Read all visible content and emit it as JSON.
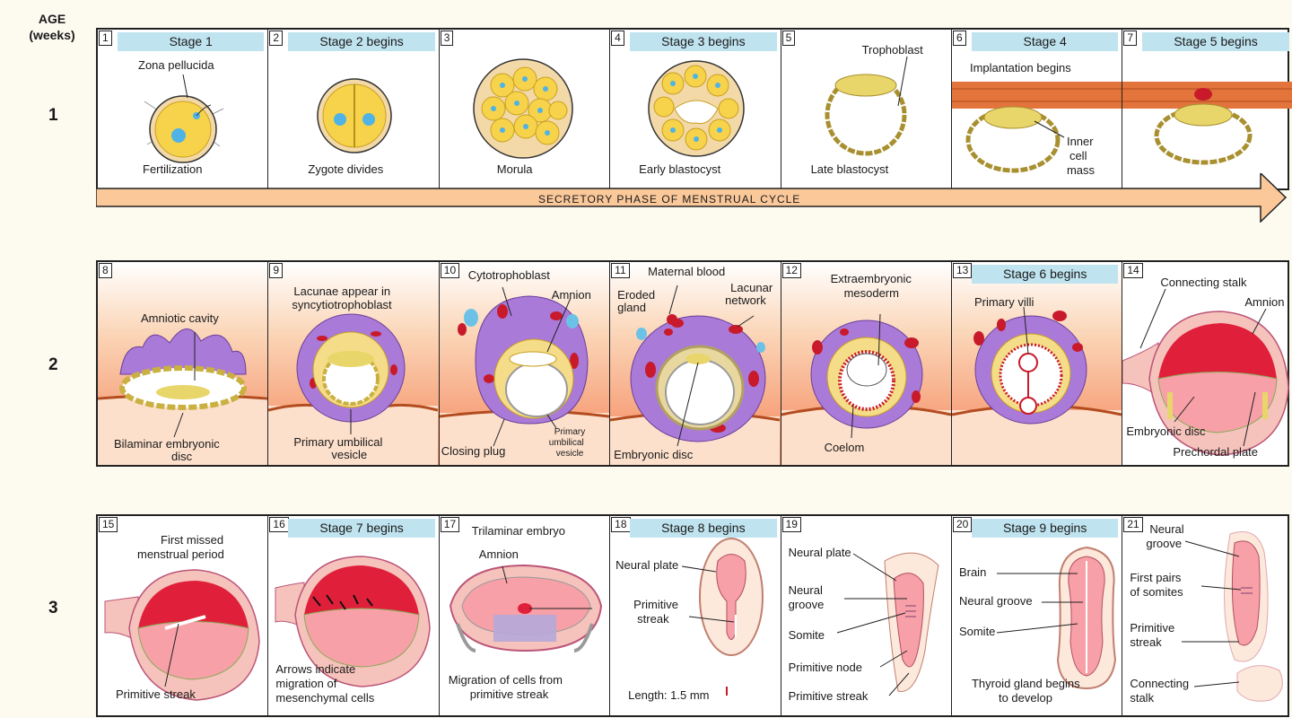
{
  "age_header": {
    "line1": "AGE",
    "line2": "(weeks)"
  },
  "weeks": [
    "1",
    "2",
    "3"
  ],
  "arrow_label": "SECRETORY PHASE OF MENSTRUAL CYCLE",
  "row1": [
    {
      "num": "1",
      "stage": "Stage 1",
      "labels": [
        "Zona pellucida",
        "Fertilization"
      ]
    },
    {
      "num": "2",
      "stage": "Stage 2 begins",
      "labels": [
        "Zygote divides"
      ]
    },
    {
      "num": "3",
      "stage": "",
      "labels": [
        "Morula"
      ]
    },
    {
      "num": "4",
      "stage": "Stage 3 begins",
      "labels": [
        "Early blastocyst"
      ]
    },
    {
      "num": "5",
      "stage": "",
      "labels": [
        "Trophoblast",
        "Late blastocyst"
      ]
    },
    {
      "num": "6",
      "stage": "Stage 4",
      "labels": [
        "Implantation begins",
        "Inner",
        "cell",
        "mass"
      ]
    },
    {
      "num": "7",
      "stage": "Stage 5 begins",
      "labels": []
    }
  ],
  "row2": [
    {
      "num": "8",
      "stage": "",
      "labels": [
        "Amniotic cavity",
        "Bilaminar embryonic",
        "disc"
      ]
    },
    {
      "num": "9",
      "stage": "",
      "labels": [
        "Lacunae appear in",
        "syncytiotrophoblast",
        "Primary umbilical",
        "vesicle"
      ]
    },
    {
      "num": "10",
      "stage": "",
      "labels": [
        "Cytotrophoblast",
        "Amnion",
        "Closing plug",
        "Primary",
        "umbilical",
        "vesicle"
      ]
    },
    {
      "num": "11",
      "stage": "",
      "labels": [
        "Maternal blood",
        "Eroded",
        "gland",
        "Lacunar",
        "network",
        "Embryonic disc"
      ]
    },
    {
      "num": "12",
      "stage": "",
      "labels": [
        "Extraembryonic",
        "mesoderm",
        "Coelom"
      ]
    },
    {
      "num": "13",
      "stage": "Stage 6 begins",
      "labels": [
        "Primary villi"
      ]
    },
    {
      "num": "14",
      "stage": "",
      "labels": [
        "Connecting stalk",
        "Amnion",
        "Embryonic disc",
        "Prechordal plate"
      ]
    }
  ],
  "row3": [
    {
      "num": "15",
      "stage": "",
      "labels": [
        "First missed",
        "menstrual period",
        "Primitive streak"
      ]
    },
    {
      "num": "16",
      "stage": "Stage 7 begins",
      "labels": [
        "Arrows indicate",
        "migration of",
        "mesenchymal cells"
      ]
    },
    {
      "num": "17",
      "stage": "",
      "labels": [
        "Trilaminar embryo",
        "Amnion",
        "Migration of cells from",
        "primitive streak"
      ]
    },
    {
      "num": "18",
      "stage": "Stage 8 begins",
      "labels": [
        "Neural plate",
        "Primitive",
        "streak",
        "Length: 1.5 mm"
      ]
    },
    {
      "num": "19",
      "stage": "",
      "labels": [
        "Neural plate",
        "Neural",
        "groove",
        "Somite",
        "Primitive node",
        "Primitive streak"
      ]
    },
    {
      "num": "20",
      "stage": "Stage 9 begins",
      "labels": [
        "Brain",
        "Neural groove",
        "Somite",
        "Thyroid gland begins",
        "to develop"
      ]
    },
    {
      "num": "21",
      "stage": "",
      "labels": [
        "Neural",
        "groove",
        "First pairs",
        "of somites",
        "Primitive",
        "streak",
        "Connecting",
        "stalk"
      ]
    }
  ]
}
